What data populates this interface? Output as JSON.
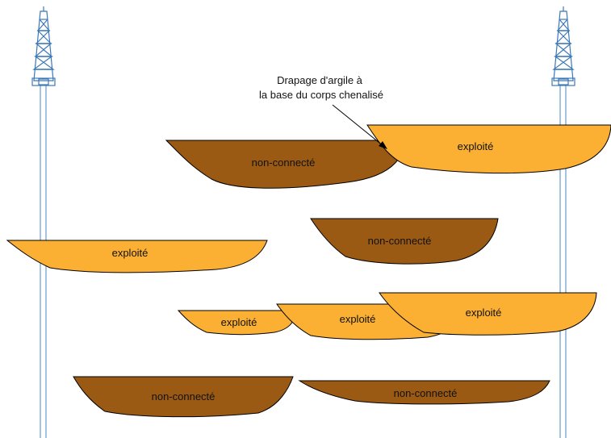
{
  "colors": {
    "exploited": "#fbb034",
    "non_connected": "#9a5a14",
    "well": "#4a84c4",
    "outline": "#000000"
  },
  "annotation": {
    "line1": "Drapage d'argile à",
    "line2": "la base du corps chenalisé"
  },
  "wells": [
    {
      "name": "left-well"
    },
    {
      "name": "right-well"
    }
  ],
  "bodies": [
    {
      "state": "non_connected",
      "label": "non-connecté"
    },
    {
      "state": "exploited",
      "label": "exploité"
    },
    {
      "state": "non_connected",
      "label": "non-connecté"
    },
    {
      "state": "exploited",
      "label": "exploité"
    },
    {
      "state": "exploited",
      "label": "exploité"
    },
    {
      "state": "exploited",
      "label": "exploité"
    },
    {
      "state": "exploited",
      "label": "exploité"
    },
    {
      "state": "non_connected",
      "label": "non-connecté"
    },
    {
      "state": "non_connected",
      "label": "non-connecté"
    }
  ]
}
